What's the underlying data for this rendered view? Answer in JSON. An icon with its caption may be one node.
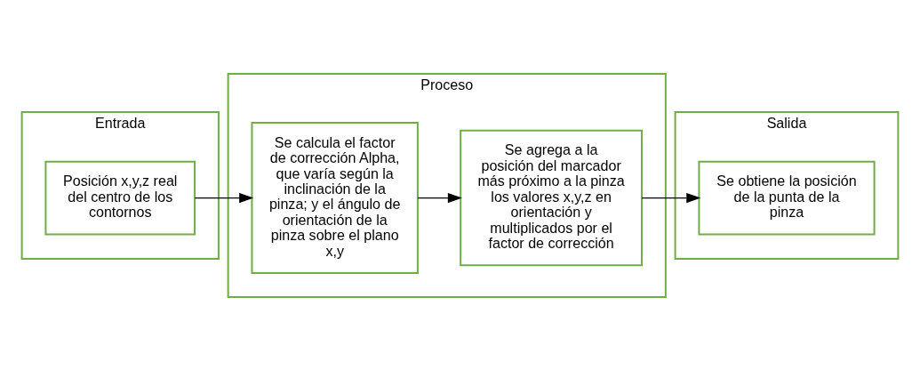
{
  "diagram": {
    "nodes": [
      {
        "text": [
          "Entrada"
        ]
      },
      {
        "text": [
          "Posición x,y,z real del centro de los contornos"
        ],
        "in": 0
      },
      {
        "text": [
          "Proceso"
        ]
      },
      {
        "text": [
          "Se calcula el factor de corrección Alpha, que varía según la inclinación de la pinza; y el ángulo de orientación de la pinza sobre el plano x,y"
        ],
        "in": 2
      },
      {
        "text": [
          "Se agrega a la posición del marcador más próximo a la pinza los valores x,y,z en orientación y multiplicados por el factor de corrección"
        ],
        "in": 2
      },
      {
        "text": [
          "Salida"
        ]
      },
      {
        "text": [
          "Se obtiene la posición de la punta de la pinza"
        ],
        "in": 5
      }
    ],
    "edges": [
      {
        "from": 1,
        "to": 3,
        "arrow": "to"
      },
      {
        "from": 3,
        "to": 4,
        "arrow": "to"
      },
      {
        "from": 4,
        "to": 6,
        "arrow": "to"
      }
    ]
  }
}
